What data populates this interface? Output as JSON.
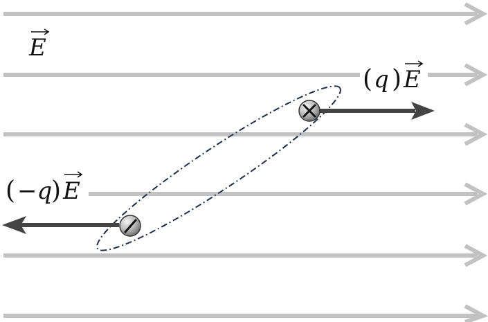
{
  "labels": {
    "field": "E",
    "positive_q": "q",
    "negative_q": "−q",
    "positive_E": "E",
    "negative_E": "E",
    "open_paren": "(",
    "close_paren": ")"
  },
  "colors": {
    "field_lines": "#c2c2c2",
    "force_arrows": "#444444",
    "dipole_outline": "#1f2d4a",
    "charge_fill": "#9a9a9a"
  },
  "charges": {
    "positive_symbol": "cross-icon",
    "negative_symbol": "minus-icon"
  }
}
